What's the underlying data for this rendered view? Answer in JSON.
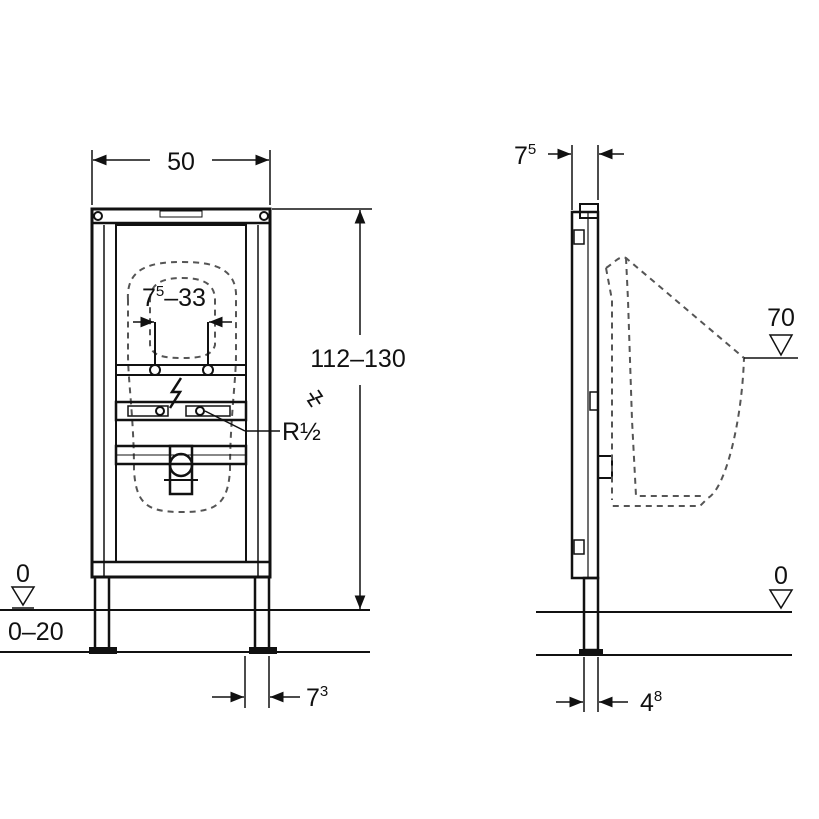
{
  "front_view": {
    "width_dim": "50",
    "height_dim": "112–130",
    "outlet_dim_base": "7",
    "outlet_dim_sup": "5",
    "outlet_dim_rest": "–33",
    "water_connection": "R½",
    "level_zero": "0",
    "floor_range": "0–20",
    "leg_offset_base": "7",
    "leg_offset_sup": "3"
  },
  "side_view": {
    "depth_dim_base": "7",
    "depth_dim_sup": "5",
    "outlet_height": "70",
    "level_zero": "0",
    "foot_dim_base": "4",
    "foot_dim_sup": "8"
  },
  "icons": [
    "zigzag-arrow-icon",
    "level-marker-icon"
  ],
  "colors": {
    "line": "#111111",
    "dashed": "#555555"
  }
}
